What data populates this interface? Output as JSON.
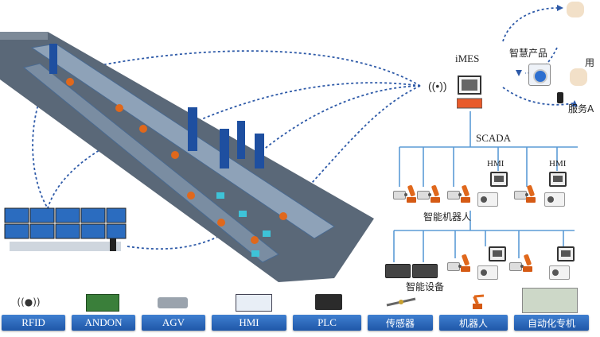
{
  "labels": {
    "imes": "iMES",
    "scada": "SCADA",
    "smart_product": "智慧产品",
    "service_app": "服务A",
    "user_partial": "用",
    "hmi_1": "HMI",
    "hmi_2": "HMI",
    "smart_robot": "智能机器人",
    "smart_equipment": "智能设备"
  },
  "bottom_bar": [
    {
      "label": "RFID",
      "icon": "rfid-icon"
    },
    {
      "label": "ANDON",
      "icon": "andon-board-icon"
    },
    {
      "label": "AGV",
      "icon": "agv-icon"
    },
    {
      "label": "HMI",
      "icon": "hmi-panel-icon"
    },
    {
      "label": "PLC",
      "icon": "plc-icon"
    },
    {
      "label": "传感器",
      "icon": "sensor-icon"
    },
    {
      "label": "机器人",
      "icon": "robot-icon"
    },
    {
      "label": "自动化专机",
      "icon": "automation-machine-icon"
    }
  ],
  "colors": {
    "button_top": "#3f7fd0",
    "button_bottom": "#1f57a8",
    "line": "#5b9bd5",
    "dash": "#2e5aa8",
    "floor": "#5a6878"
  }
}
